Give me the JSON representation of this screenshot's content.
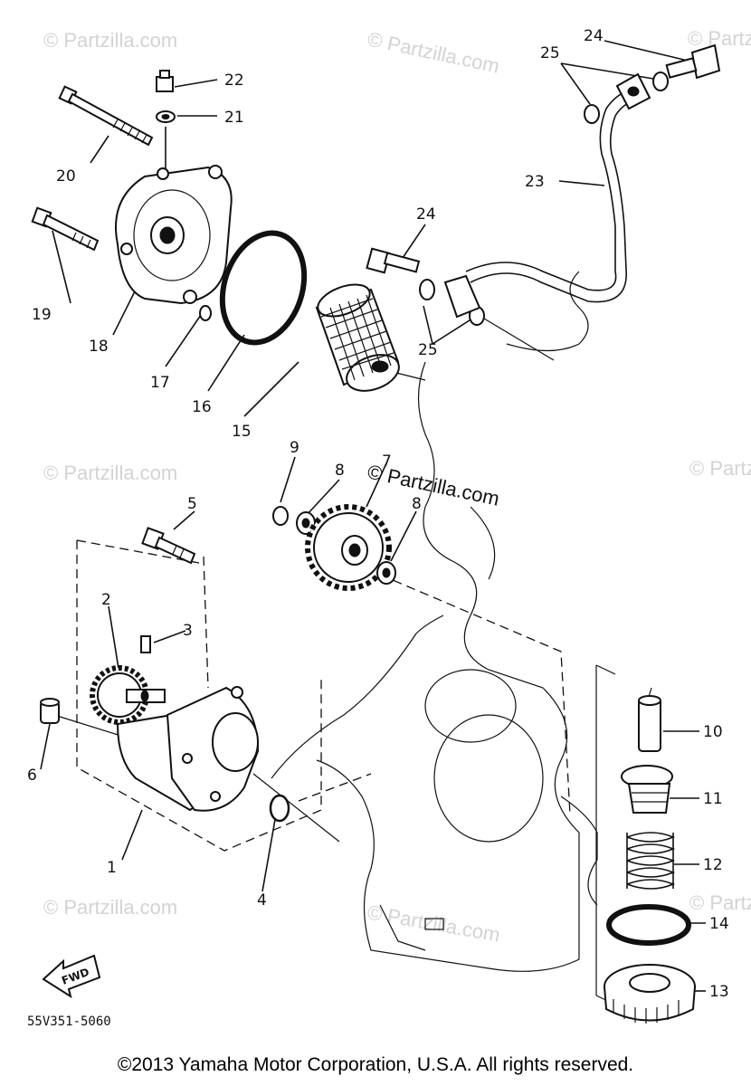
{
  "callouts": {
    "c1": "1",
    "c2": "2",
    "c3": "3",
    "c4": "4",
    "c5": "5",
    "c6": "6",
    "c7": "7",
    "c8a": "8",
    "c8b": "8",
    "c9": "9",
    "c10": "10",
    "c11": "11",
    "c12": "12",
    "c13": "13",
    "c14": "14",
    "c15": "15",
    "c16": "16",
    "c17": "17",
    "c18": "18",
    "c19": "19",
    "c20": "20",
    "c21": "21",
    "c22": "22",
    "c23": "23",
    "c24a": "24",
    "c24b": "24",
    "c25a": "25",
    "c25b": "25"
  },
  "watermark": {
    "text": "© Partzilla.com"
  },
  "fwd_label": "FWD",
  "diagram_code": "55V351-5060",
  "copyright": "©2013 Yamaha Motor Corporation, U.S.A. All rights reserved."
}
